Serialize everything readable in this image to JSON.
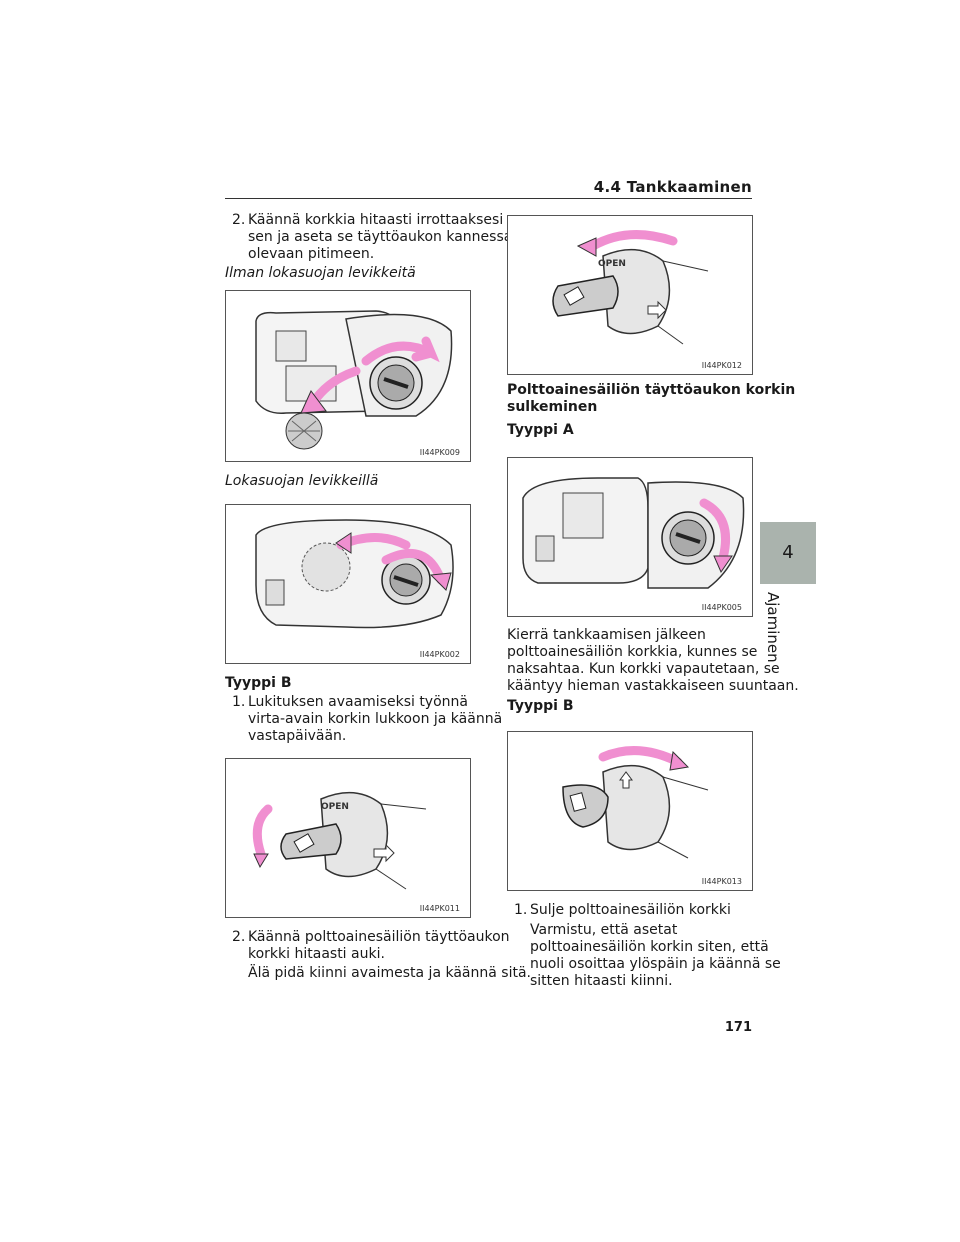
{
  "header": {
    "section": "4.4  Tankkaaminen"
  },
  "side_tab": {
    "number": "4",
    "label": "Ajaminen"
  },
  "page_number": "171",
  "left": {
    "step2a_num": "2.",
    "step2a": [
      "Käännä korkkia hitaasti irrottaaksesi",
      "sen ja aseta se täyttöaukon kannessa",
      "olevaan pitimeen."
    ],
    "caption1": "Ilman lokasuojan levikkeitä",
    "fig1_code": "II44PK009",
    "caption2": "Lokasuojan levikkeillä",
    "fig2_code": "II44PK002",
    "heading_b": "Tyyppi B",
    "step1_num": "1.",
    "step1": [
      "Lukituksen avaamiseksi työnnä",
      "virta-avain korkin lukkoon ja käännä",
      "vastapäivään."
    ],
    "fig3_code": "II44PK011",
    "step2b_num": "2.",
    "step2b": [
      "Käännä polttoainesäiliön täyttöaukon",
      "korkki hitaasti auki."
    ],
    "note": "Älä pidä kiinni avaimesta ja käännä sitä."
  },
  "right": {
    "fig4_code": "II44PK012",
    "heading": [
      "Polttoainesäiliön täyttöaukon korkin",
      "sulkeminen"
    ],
    "heading_a": "Tyyppi A",
    "fig5_code": "II44PK005",
    "para": [
      "Kierrä tankkaamisen jälkeen",
      "polttoainesäiliön korkkia, kunnes se",
      "naksahtaa. Kun korkki vapautetaan, se",
      "kääntyy hieman vastakkaiseen suuntaan."
    ],
    "heading_b": "Tyyppi B",
    "fig6_code": "II44PK013",
    "step1_num": "1.",
    "step1": "Sulje polttoainesäiliön korkki",
    "step1_detail": [
      "Varmistu, että asetat",
      "polttoainesäiliön korkin siten, että",
      "nuoli osoittaa ylöspäin ja käännä se",
      "sitten hitaasti kiinni."
    ]
  },
  "figure_labels": {
    "open": "OPEN"
  },
  "colors": {
    "arrow": "#f08fd0",
    "side_tab": "#aab3ad"
  }
}
